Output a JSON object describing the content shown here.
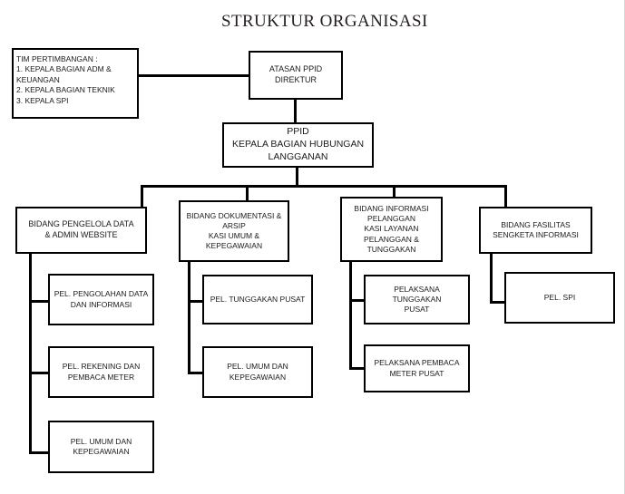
{
  "document": {
    "title": "STRUKTUR ORGANISASI",
    "type": "organizational-chart",
    "language": "id"
  },
  "chart_data": {
    "type": "diagram",
    "title": "STRUKTUR ORGANISASI",
    "nodes": {
      "advisory_team": {
        "label": "TIM PERTIMBANGAN  :\n1. KEPALA  BAGIAN ADM &\nKEUANGAN\n2. KEPALA  BAGIAN TEKNIK\n3. KEPALA  SPI",
        "level": "advisory"
      },
      "top": {
        "label": "ATASAN PPID\nDIREKTUR",
        "level": 0
      },
      "ppid": {
        "label": "PPID\nKEPALA BAGIAN HUBUNGAN\nLANGGANAN",
        "level": 1
      },
      "divisions": [
        {
          "label": "BIDANG  PENGELOLA  DATA\n& ADMIN WEBSITE",
          "children": [
            {
              "label": "PEL. PENGOLAHAN  DATA\nDAN INFORMASI"
            },
            {
              "label": "PEL. REKENING DAN\nPEMBACA  METER"
            },
            {
              "label": "PEL. UMUM DAN\nKEPEGAWAIAN"
            }
          ]
        },
        {
          "label": "BIDANG DOKUMENTASI &\nARSIP\nKASI UMUM &\nKEPEGAWAIAN",
          "children": [
            {
              "label": "PEL. TUNGGAKAN  PUSAT"
            },
            {
              "label": "PEL. UMUM DAN\nKEPEGAWAIAN"
            }
          ]
        },
        {
          "label": "BIDANG  INFORMASI\nPELANGGAN\nKASI LAYANAN\nPELANGGAN  &\nTUNGGAKAN",
          "children": [
            {
              "label": "PELAKSANA  TUNGGAKAN\nPUSAT"
            },
            {
              "label": "PELAKSANA  PEMBACA\nMETER PUSAT"
            }
          ]
        },
        {
          "label": "BIDANG  FASILITAS\nSENGKETA  INFORMASI",
          "children": [
            {
              "label": "PEL. SPI"
            }
          ]
        }
      ]
    },
    "colors": {
      "line": "#000000",
      "box_border": "#000000",
      "box_fill": "#ffffff",
      "text": "#1a1a1a"
    }
  }
}
